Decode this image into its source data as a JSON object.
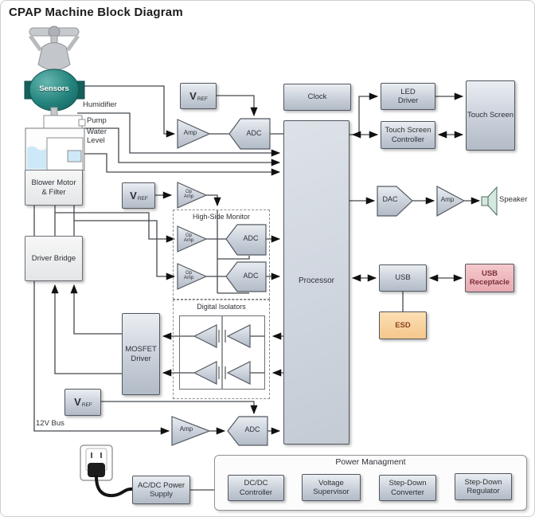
{
  "title": "CPAP Machine Block Diagram",
  "labels": {
    "sensors": "Sensors",
    "humidifier": "Humidifier",
    "pump": "Pump",
    "water_level": "Water\nLevel",
    "blower_motor": "Blower Motor\n& Filter",
    "driver_bridge": "Driver Bridge",
    "vref_main": "V",
    "vref_sub": "REF",
    "amp": "Amp",
    "op_amp": "Op\nAmp",
    "adc": "ADC",
    "dac": "DAC",
    "clock": "Clock",
    "processor": "Processor",
    "led_driver": "LED\nDriver",
    "touch_screen_controller": "Touch Screen\nController",
    "touch_screen": "Touch Screen",
    "high_side_monitor": "High-Side Monitor",
    "digital_isolators": "Digital Isolators",
    "mosfet_driver": "MOSFET\nDriver",
    "speaker": "Speaker",
    "usb": "USB",
    "usb_receptacle": "USB\nReceptacle",
    "esd": "ESD",
    "bus_12v": "12V Bus",
    "acdc_supply": "AC/DC Power\nSupply",
    "power_management_title": "Power Managment",
    "power_management_items": [
      "DC/DC\nController",
      "Voltage\nSupervisor",
      "Step-Down\nConverter",
      "Step-Down\nRegulator"
    ]
  },
  "colors": {
    "sensor_teal": "#1f7d78",
    "usb_receptacle_pink": "#eeb4b9",
    "esd_orange": "#f8d3a0",
    "block_steel": "#c6cdd7",
    "water_blue": "#cde9f7",
    "speaker_mint": "#d4e9e0",
    "wire": "#45494e"
  }
}
